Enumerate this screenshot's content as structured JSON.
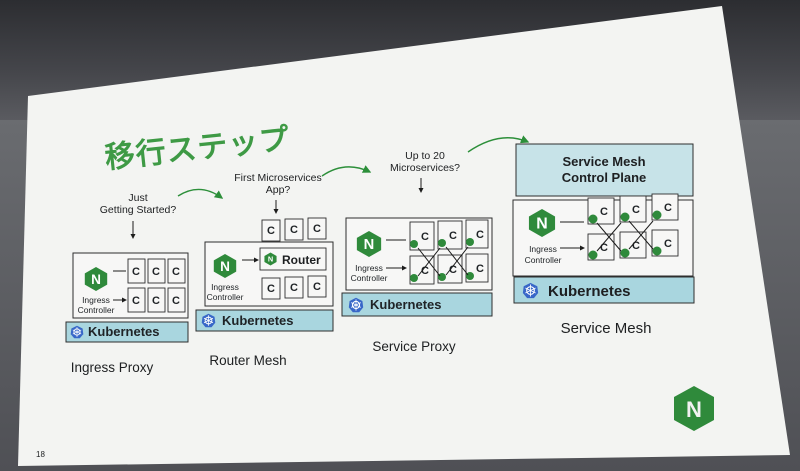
{
  "slide": {
    "title": "移行ステップ",
    "page_number": "18"
  },
  "stages": [
    {
      "label": "Ingress Proxy",
      "question": [
        "Just",
        "Getting Started?"
      ]
    },
    {
      "label": "Router Mesh",
      "question": [
        "First Microservices",
        "App?"
      ],
      "router_label": "Router"
    },
    {
      "label": "Service Proxy",
      "question": [
        "Up to 20",
        "Microservices?"
      ]
    },
    {
      "label": "Service Mesh",
      "control_plane": [
        "Service Mesh",
        "Control Plane"
      ]
    }
  ],
  "common": {
    "kubernetes": "Kubernetes",
    "ingress": [
      "Ingress",
      "Controller"
    ],
    "service": "C",
    "nginx_letter": "N"
  },
  "colors": {
    "accent_green": "#3e9a45",
    "kubernetes_blue": "#a9d6df",
    "nginx_green": "#2f8a3b"
  }
}
